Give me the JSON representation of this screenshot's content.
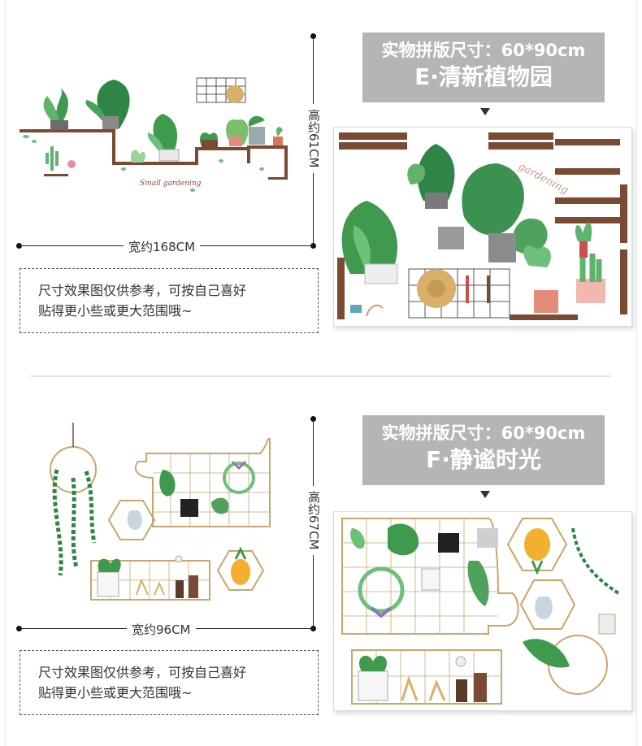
{
  "colors": {
    "leaf": "#3f9a4e",
    "leaf_dark": "#25703a",
    "wood": "#7a4a32",
    "gold": "#c9a66b",
    "banner": "#b5b5b5"
  },
  "section_e": {
    "title_line1": "实物拼版尺寸：60*90cm",
    "title_line2": "E·清新植物园",
    "width_label": "宽约168CM",
    "height_label": "高约61CM",
    "note_line1": "尺寸效果图仅供参考，可按自己喜好",
    "note_line2": "贴得更小些或更大范围哦~",
    "scene_script": "Small gardening",
    "sheet_script": "gardening"
  },
  "section_f": {
    "title_line1": "实物拼版尺寸：60*90cm",
    "title_line2": "F·静谧时光",
    "width_label": "宽约96CM",
    "height_label": "高约67CM",
    "note_line1": "尺寸效果图仅供参考，可按自己喜好",
    "note_line2": "贴得更小些或更大范围哦~"
  }
}
